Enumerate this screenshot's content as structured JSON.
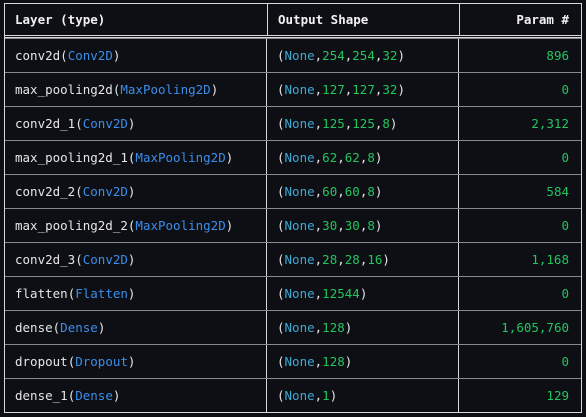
{
  "header": {
    "col_layer": "Layer (type)",
    "col_shape": "Output Shape",
    "col_param": "Param #"
  },
  "rows": [
    {
      "name": "conv2d",
      "type": "Conv2D",
      "none": "None",
      "dims": [
        "254",
        "254",
        "32"
      ],
      "param": "896"
    },
    {
      "name": "max_pooling2d",
      "type": "MaxPooling2D",
      "none": "None",
      "dims": [
        "127",
        "127",
        "32"
      ],
      "param": "0"
    },
    {
      "name": "conv2d_1",
      "type": "Conv2D",
      "none": "None",
      "dims": [
        "125",
        "125",
        "8"
      ],
      "param": "2,312"
    },
    {
      "name": "max_pooling2d_1",
      "type": "MaxPooling2D",
      "none": "None",
      "dims": [
        "62",
        "62",
        "8"
      ],
      "param": "0"
    },
    {
      "name": "conv2d_2",
      "type": "Conv2D",
      "none": "None",
      "dims": [
        "60",
        "60",
        "8"
      ],
      "param": "584"
    },
    {
      "name": "max_pooling2d_2",
      "type": "MaxPooling2D",
      "none": "None",
      "dims": [
        "30",
        "30",
        "8"
      ],
      "param": "0"
    },
    {
      "name": "conv2d_3",
      "type": "Conv2D",
      "none": "None",
      "dims": [
        "28",
        "28",
        "16"
      ],
      "param": "1,168"
    },
    {
      "name": "flatten",
      "type": "Flatten",
      "none": "None",
      "dims": [
        "12544"
      ],
      "param": "0"
    },
    {
      "name": "dense",
      "type": "Dense",
      "none": "None",
      "dims": [
        "128"
      ],
      "param": "1,605,760"
    },
    {
      "name": "dropout",
      "type": "Dropout",
      "none": "None",
      "dims": [
        "128"
      ],
      "param": "0"
    },
    {
      "name": "dense_1",
      "type": "Dense",
      "none": "None",
      "dims": [
        "1"
      ],
      "param": "129"
    }
  ],
  "colors": {
    "background": "#0d0f15",
    "type": "#3b8eea",
    "none": "#3fa9d6",
    "number": "#23c55e"
  }
}
